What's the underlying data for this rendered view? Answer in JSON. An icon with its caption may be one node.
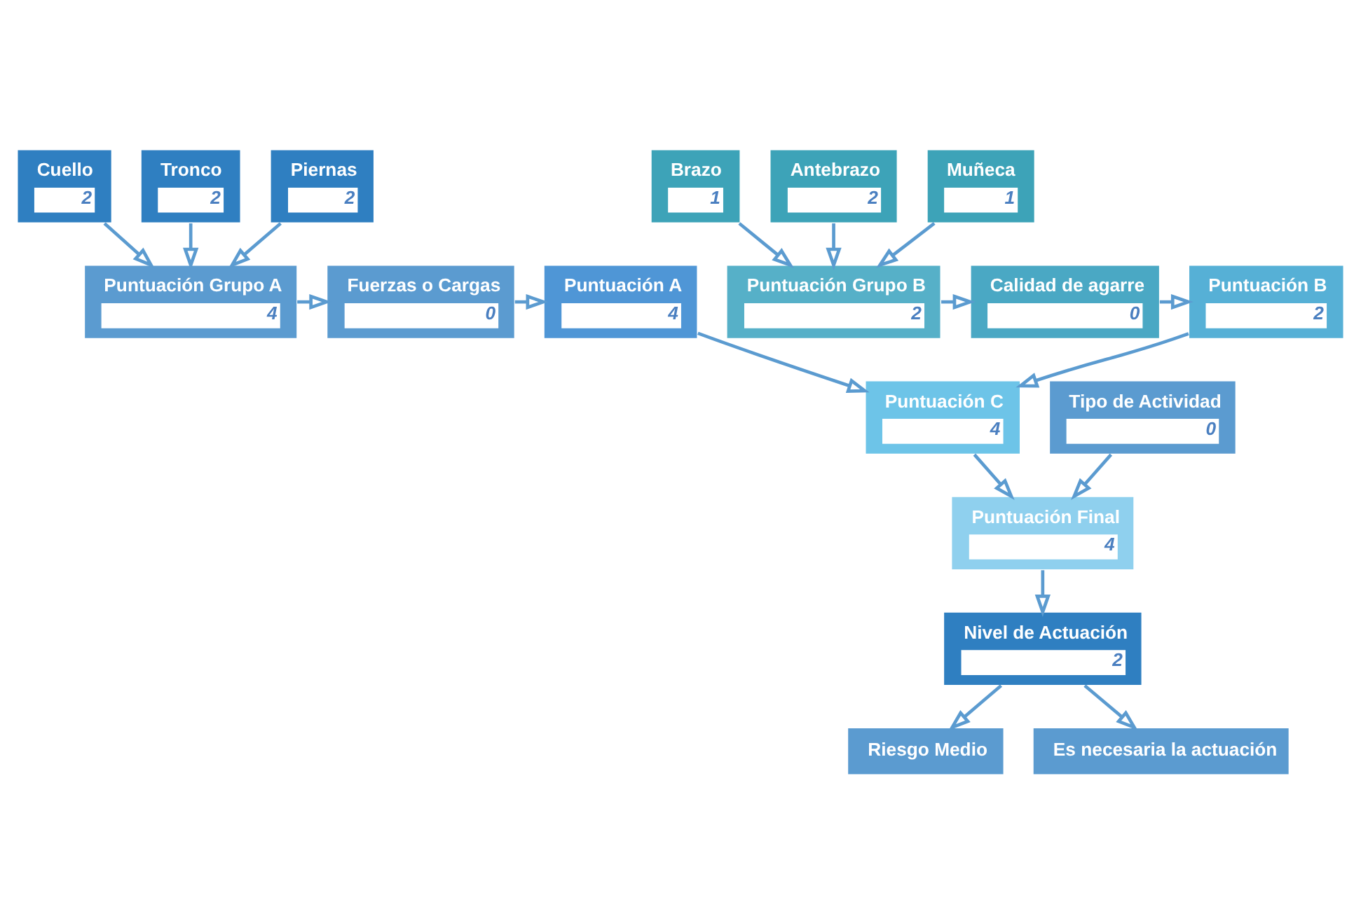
{
  "diagram": {
    "nodes": [
      {
        "text": [
          "Cuello",
          "2"
        ]
      },
      {
        "text": [
          "Tronco",
          "2"
        ]
      },
      {
        "text": [
          "Piernas",
          "2"
        ]
      },
      {
        "text": [
          "Puntuación Grupo A",
          "4"
        ]
      },
      {
        "text": [
          "Fuerzas o Cargas",
          "0"
        ]
      },
      {
        "text": [
          "Puntuación A",
          "4"
        ]
      },
      {
        "text": [
          "Puntuación B",
          "2"
        ]
      },
      {
        "text": [
          "Calidad de agarre",
          "0"
        ]
      },
      {
        "text": [
          "Puntuación Grupo B",
          "2"
        ]
      },
      {
        "text": [
          "Brazo",
          "1"
        ]
      },
      {
        "text": [
          "Antebrazo",
          "2"
        ]
      },
      {
        "text": [
          "Muñeca",
          "1"
        ]
      },
      {
        "text": [
          "Puntuación C",
          "4"
        ]
      },
      {
        "text": [
          "Tipo de Actividad",
          "0"
        ]
      },
      {
        "text": [
          "Puntuación Final",
          "4"
        ]
      },
      {
        "text": [
          "Nivel de Actuación",
          "2"
        ]
      },
      {
        "text": [
          "Riesgo Medio"
        ]
      },
      {
        "text": [
          "Es necesaria la actuación"
        ]
      }
    ],
    "edges": [
      {
        "from": 0,
        "to": 3,
        "arrow": "to"
      },
      {
        "from": 1,
        "to": 3,
        "arrow": "to"
      },
      {
        "from": 2,
        "to": 3,
        "arrow": "to"
      },
      {
        "from": 3,
        "to": 4,
        "arrow": "to"
      },
      {
        "from": 4,
        "to": 5,
        "arrow": "to"
      },
      {
        "from": 9,
        "to": 8,
        "arrow": "to"
      },
      {
        "from": 10,
        "to": 8,
        "arrow": "to"
      },
      {
        "from": 11,
        "to": 8,
        "arrow": "to"
      },
      {
        "from": 8,
        "to": 7,
        "arrow": "to"
      },
      {
        "from": 7,
        "to": 6,
        "arrow": "to"
      },
      {
        "from": 5,
        "to": 12,
        "arrow": "to"
      },
      {
        "from": 6,
        "to": 12,
        "arrow": "to"
      },
      {
        "from": 12,
        "to": 14,
        "arrow": "to"
      },
      {
        "from": 13,
        "to": 14,
        "arrow": "to"
      },
      {
        "from": 14,
        "to": 15,
        "arrow": "to"
      },
      {
        "from": 15,
        "to": 16,
        "arrow": "to"
      },
      {
        "from": 15,
        "to": 17,
        "arrow": "to"
      }
    ]
  }
}
